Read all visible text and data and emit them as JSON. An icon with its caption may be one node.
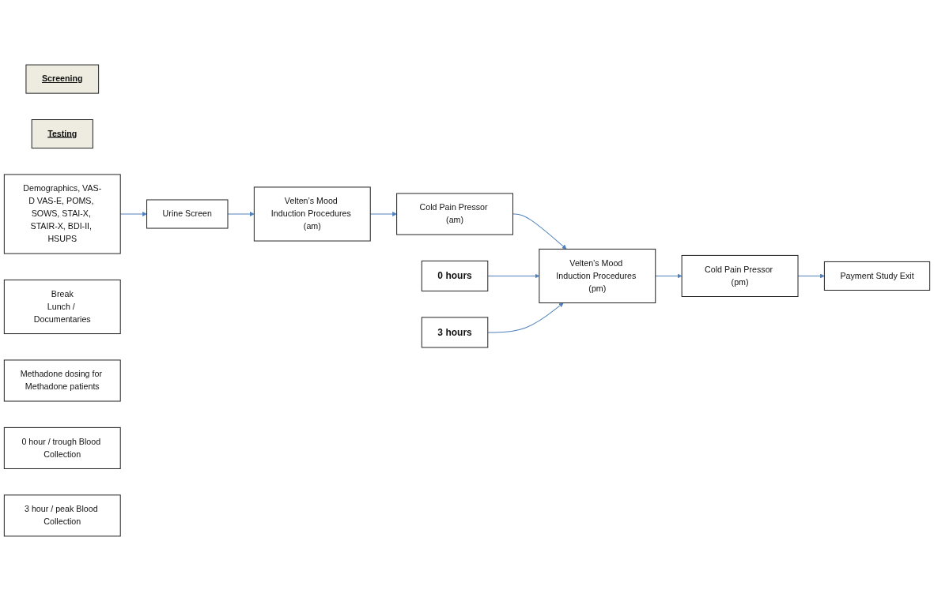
{
  "diagram": {
    "nodes": [
      {
        "text": [
          "Screening"
        ]
      },
      {
        "text": [
          "Testing"
        ]
      },
      {
        "text": [
          "Demographics, VAS-D VAS-E, POMS, SOWS, STAI-X, STAIR-X, BDI-II, HSUPS"
        ]
      },
      {
        "text": [
          "Urine Screen"
        ]
      },
      {
        "text": [
          "Velten’s Mood Induction Procedures (am)"
        ]
      },
      {
        "text": [
          "Cold Pain Pressor (am)"
        ]
      },
      {
        "text": [
          "Break",
          "Lunch / Documentaries"
        ]
      },
      {
        "text": [
          "Velten’s Mood Induction Procedures (pm)"
        ]
      },
      {
        "text": [
          "Cold Pain Pressor (pm)"
        ]
      },
      {
        "text": [
          "Payment Study Exit"
        ]
      },
      {
        "text": [
          "0 hours"
        ]
      },
      {
        "text": [
          "Methadone dosing for Methadone patients"
        ]
      },
      {
        "text": [
          "0 hour / trough Blood Collection"
        ]
      },
      {
        "text": [
          "3 hours"
        ]
      },
      {
        "text": [
          "3 hour / peak Blood Collection"
        ]
      }
    ],
    "edges": [
      {
        "from": 2,
        "to": 3,
        "arrow": "to"
      },
      {
        "from": 3,
        "to": 4,
        "arrow": "to"
      },
      {
        "from": 4,
        "to": 5,
        "arrow": "to"
      },
      {
        "from": 5,
        "to": 7,
        "arrow": "to"
      },
      {
        "from": 10,
        "to": 7,
        "arrow": "to"
      },
      {
        "from": 13,
        "to": 7,
        "arrow": "to"
      },
      {
        "from": 7,
        "to": 8,
        "arrow": "to"
      },
      {
        "from": 8,
        "to": 9,
        "arrow": "to"
      }
    ]
  }
}
